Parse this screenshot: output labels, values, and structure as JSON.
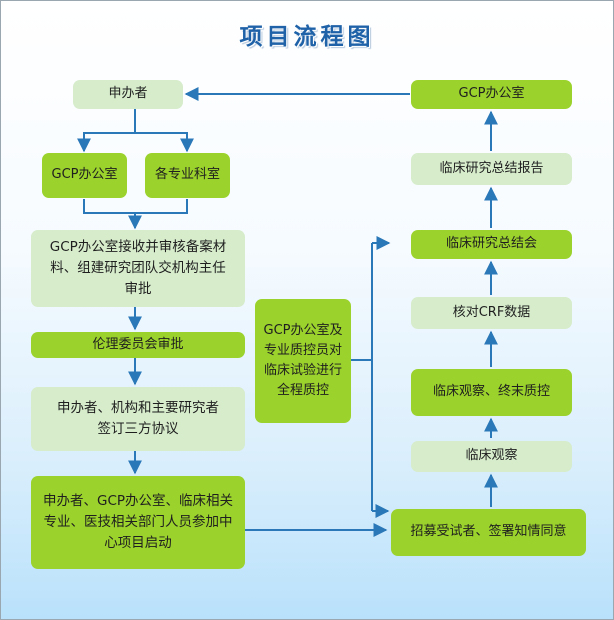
{
  "title": "项目流程图",
  "nodes": {
    "sponsor": "申办者",
    "gcp_office_left": "GCP办公室",
    "departments": "各专业科室",
    "review_materials": "GCP办公室接收并审核备案材料、组建研究团队交机构主任审批",
    "ethics": "伦理委员会审批",
    "agreement": "申办者、机构和主要研究者签订三方协议",
    "kickoff": "申办者、GCP办公室、临床相关专业、医技相关部门人员参加中心项目启动",
    "qc": "GCP办公室及专业质控员对临床试验进行全程质控",
    "recruit": "招募受试者、签署知情同意",
    "observe": "临床观察",
    "observe_qc": "临床观察、终末质控",
    "crf": "核对CRF数据",
    "summary_meeting": "临床研究总结会",
    "summary_report": "临床研究总结报告",
    "gcp_office_right": "GCP办公室"
  },
  "colors": {
    "green_box": "#9bd22c",
    "light_box": "#d6eccb",
    "arrow": "#2a78b8",
    "title": "#1f62a8"
  }
}
